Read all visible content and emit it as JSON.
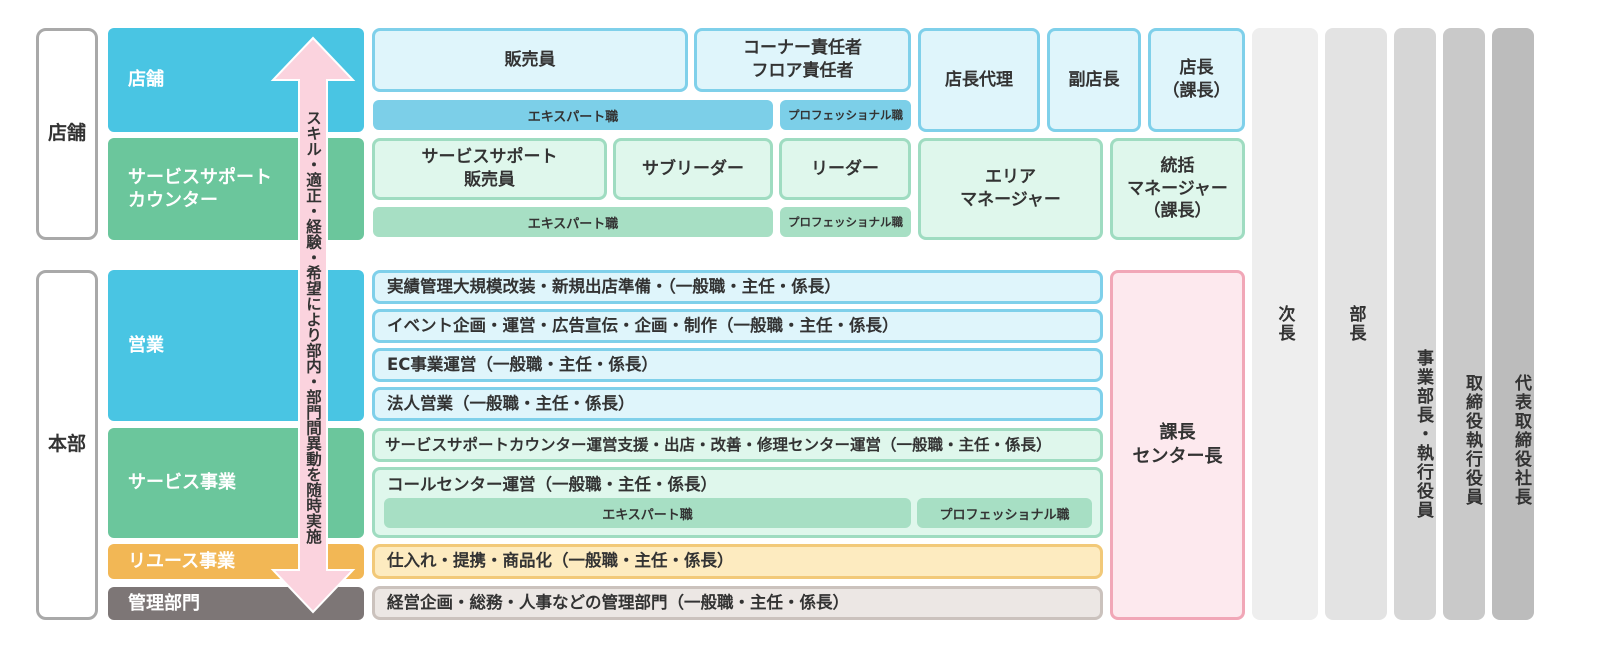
{
  "groups": {
    "store": "店舗",
    "hq": "本部"
  },
  "categories": {
    "store": "店舗",
    "service_support": "サービスサポート\nカウンター",
    "sales": "営業",
    "service_business": "サービス事業",
    "reuse": "リユース事業",
    "admin": "管理部門"
  },
  "arrow": {
    "text": "スキル・適正・経験・希望により部内・部門間異動を随時実施"
  },
  "store_roles": {
    "sales_staff": "販売員",
    "corner_floor": "コーナー責任者\nフロア責任者",
    "expert_bar": "エキスパート職",
    "pro_bar": "プロフェッショナル職",
    "acting_manager": "店長代理",
    "vice_manager": "副店長",
    "store_manager": "店長\n（課長）"
  },
  "support_roles": {
    "support_sales": "サービスサポート\n販売員",
    "sub_leader": "サブリーダー",
    "leader": "リーダー",
    "expert_bar": "エキスパート職",
    "pro_bar": "プロフェッショナル職",
    "area_manager": "エリア\nマネージャー",
    "general_manager": "統括\nマネージャー\n（課長）"
  },
  "hq_rows": {
    "sales_1": "実績管理大規模改装・新規出店準備・（一般職・主任・係長）",
    "sales_2": "イベント企画・運営・広告宣伝・企画・制作（一般職・主任・係長）",
    "sales_3": "EC事業運営（一般職・主任・係長）",
    "sales_4": "法人営業（一般職・主任・係長）",
    "service_1": "サービスサポートカウンター運営支援・出店・改善・修理センター運営（一般職・主任・係長）",
    "service_2": "コールセンター運営（一般職・主任・係長）",
    "service_expert_bar": "エキスパート職",
    "service_pro_bar": "プロフェッショナル職",
    "reuse_1": "仕入れ・提携・商品化（一般職・主任・係長）",
    "admin_1": "経営企画・総務・人事などの管理部門（一般職・主任・係長）"
  },
  "section_manager": "課長\nセンター長",
  "columns": {
    "deputy_director": "次長",
    "director": "部長",
    "division_head": "事業部長・執行役員",
    "director_officer": "取締役執行役員",
    "president": "代表取締役社長"
  },
  "colors": {
    "cyan": "#49c5e3",
    "green": "#6bc69c",
    "orange": "#f2b755",
    "gray": "#7d7676",
    "pink_border": "#f1a7b7",
    "arrow_fill": "#fbd3de"
  }
}
